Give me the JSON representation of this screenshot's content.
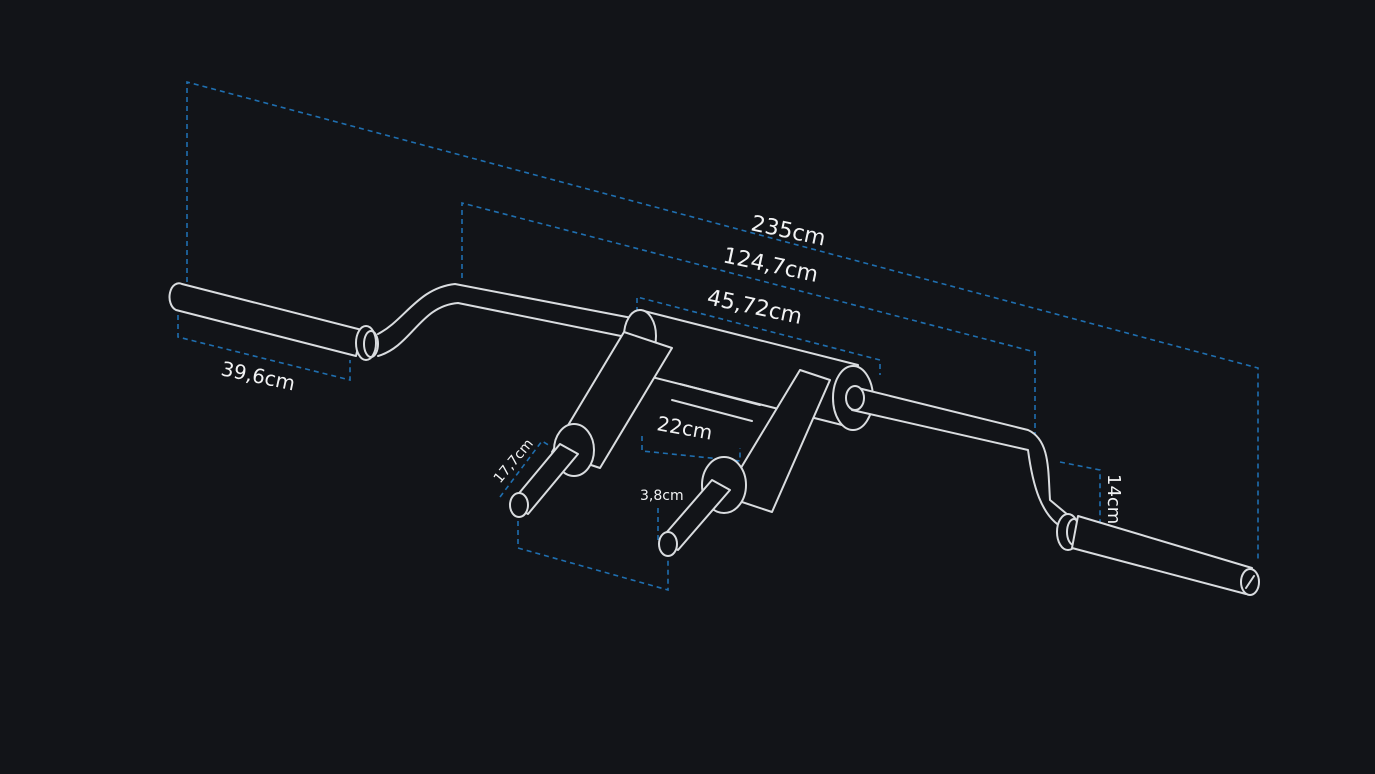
{
  "colors": {
    "background": "#121418",
    "bar_outline": "#d9dcdf",
    "dimension_line": "#1f6fb0",
    "label_text": "#f2f3f4"
  },
  "dimensions": {
    "overall_length": "235cm",
    "between_bends": "124,7cm",
    "handle_frame_width": "45,72cm",
    "sleeve_length": "39,6cm",
    "handle_spacing": "22cm",
    "handle_length": "17,7cm",
    "handle_diameter": "3,8cm",
    "camber_height": "14cm"
  }
}
